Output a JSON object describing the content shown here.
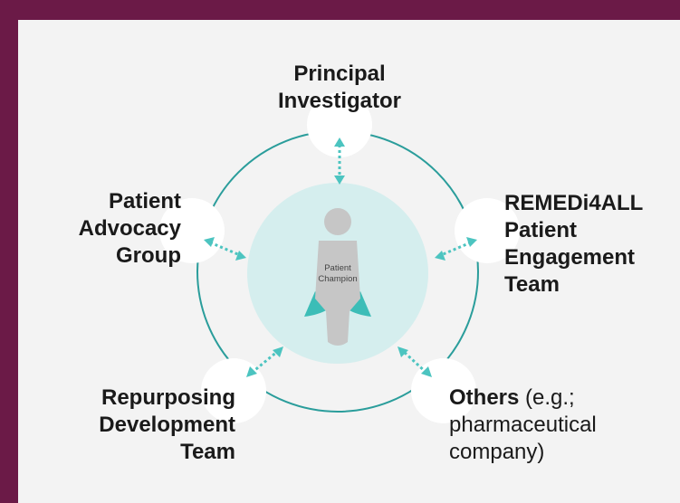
{
  "center": {
    "label_line1": "Patient",
    "label_line2": "Champion"
  },
  "nodes": {
    "principal_investigator": {
      "lines": [
        "Principal",
        "Investigator"
      ]
    },
    "patient_advocacy": {
      "lines": [
        "Patient",
        "Advocacy",
        "Group"
      ]
    },
    "remedi4all": {
      "lines": [
        "REMEDi4ALL",
        "Patient",
        "Engagement",
        "Team"
      ]
    },
    "repurposing": {
      "lines": [
        "Repurposing",
        "Development",
        "Team"
      ]
    },
    "others": {
      "bold": "Others",
      "rest_line1": " (e.g.;",
      "line2": "pharmaceutical",
      "line3": "company)"
    }
  },
  "colors": {
    "frame": "#6b1a47",
    "panel": "#f3f3f3",
    "ring": "#2a9d9b",
    "arrow": "#4cc4c0",
    "center_fill": "#d5eeee",
    "figure_gray": "#c6c6c6",
    "figure_teal": "#3cbdb7"
  }
}
